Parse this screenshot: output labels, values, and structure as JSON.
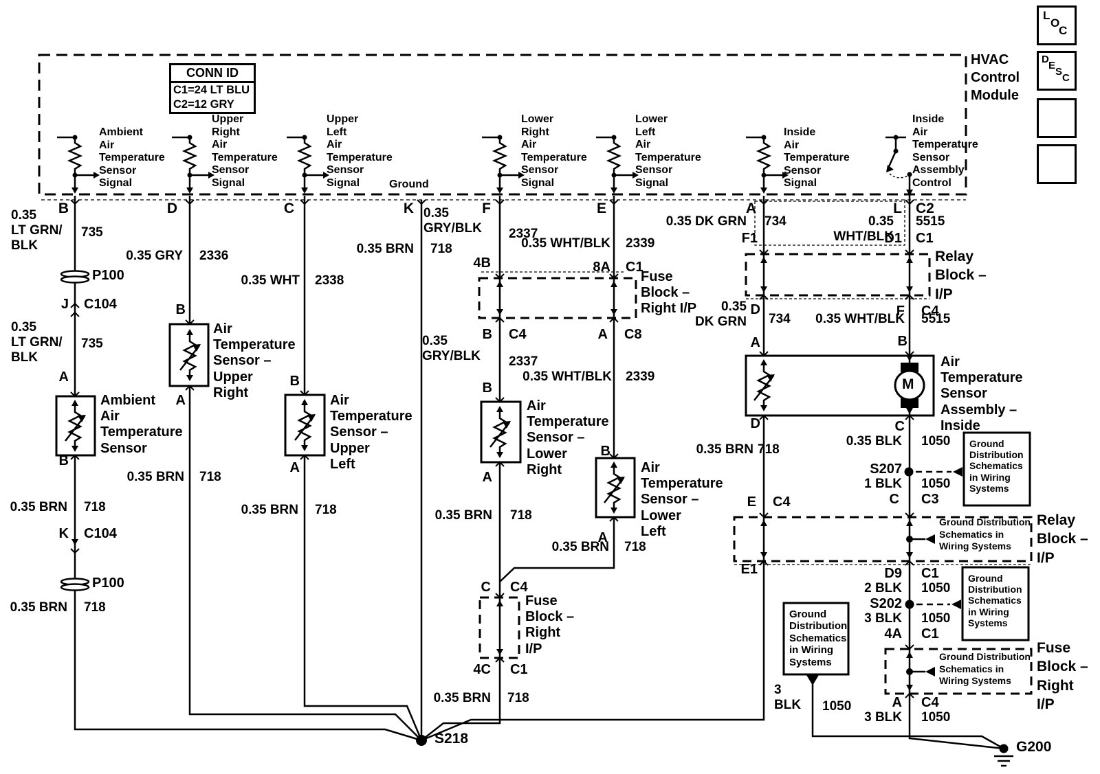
{
  "hvac": {
    "module_label": "HVAC\nControl\nModule",
    "conn_id": {
      "title": "CONN ID",
      "rows": [
        "C1=24 LT BLU",
        "C2=12 GRY"
      ]
    },
    "signals": [
      "Ambient\nAir\nTemperature\nSensor\nSignal",
      "Upper\nRight\nAir\nTemperature\nSensor\nSignal",
      "Upper\nLeft\nAir\nTemperature\nSensor\nSignal",
      "Ground",
      "Lower\nRight\nAir\nTemperature\nSensor\nSignal",
      "Lower\nLeft\nAir\nTemperature\nSensor\nSignal",
      "Inside\nAir\nTemperature\nSensor\nSignal",
      "Inside\nAir\nTemperature\nSensor\nAssembly\nControl"
    ],
    "pins": [
      "B",
      "D",
      "C",
      "K",
      "F",
      "E",
      "A",
      "L"
    ]
  },
  "components": {
    "ambient": "Ambient\nAir\nTemperature\nSensor",
    "upper_right": "Air\nTemperature\nSensor –\nUpper\nRight",
    "upper_left": "Air\nTemperature\nSensor –\nUpper\nLeft",
    "lower_right": "Air\nTemperature\nSensor –\nLower\nRight",
    "lower_left": "Air\nTemperature\nSensor –\nLower\nLeft",
    "inside_assembly": "Air\nTemperature\nSensor\nAssembly –\nInside",
    "motor_m": "M",
    "fuse_block_wide": "Fuse\nBlock –\nRight I/P",
    "fuse_block_tall": "Fuse\nBlock –\nRight\nI/P",
    "relay_block": "Relay\nBlock –\nI/P",
    "gds_block": "Ground\nDistribution\nSchematics\nin Wiring\nSystems",
    "gds_inline": "Ground Distribution\nSchematics in\nWiring Systems"
  },
  "t": {
    "n735": "735",
    "n718": "718",
    "n2336": "2336",
    "n2337": "2337",
    "n2338": "2338",
    "n2339": "2339",
    "n734": "734",
    "n5515": "5515",
    "n1050": "1050",
    "ltgrnblk": "0.35\nLT GRN/\nBLK",
    "brn": "0.35 BRN",
    "gry": "0.35 GRY",
    "wht": "0.35 WHT",
    "gryblk": "0.35\nGRY/BLK",
    "whtblk": "0.35 WHT/BLK",
    "dkgrn": "0.35 DK GRN",
    "dkgrn2": "0.35\nDK GRN",
    "blk035": "0.35 BLK",
    "blk1": "1 BLK",
    "blk2": "2 BLK",
    "blk3": "3 BLK",
    "blk3v": "3\nBLK",
    "A": "A",
    "B": "B",
    "C": "C",
    "D": "D",
    "E": "E",
    "F": "F",
    "J": "J",
    "K": "K",
    "C1": "C1",
    "C2": "C2",
    "C3": "C3",
    "C4": "C4",
    "C8": "C8",
    "C104": "C104",
    "F1": "F1",
    "D1": "D1",
    "E1": "E1",
    "D9": "D9",
    "B4": "4B",
    "A8": "8A",
    "C4b": "4C",
    "A4": "4A",
    "P100": "P100",
    "S218": "S218",
    "S207": "S207",
    "S202": "S202",
    "G200": "G200",
    "Ground": "Ground"
  },
  "corner": {
    "loc": [
      "L",
      "O",
      "C"
    ],
    "desc": [
      "D",
      "E",
      "S",
      "C"
    ]
  }
}
